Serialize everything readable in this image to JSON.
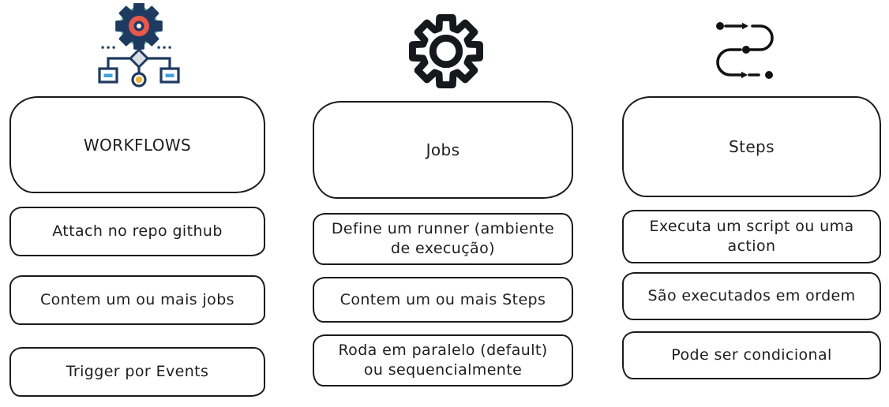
{
  "colors": {
    "background": "#ffffff",
    "stroke": "#1b1b1b",
    "text": "#1e1e1e",
    "icon_teal": "#58be9d",
    "icon_navy": "#1f3a60",
    "icon_red": "#e8594b",
    "icon_blue": "#45a1dc",
    "icon_yellow": "#f2b33d",
    "icon_diamond_gray": "#d9dee4",
    "icon_black": "#15191e"
  },
  "columns": [
    {
      "title": "WORKFLOWS",
      "icon": "workflow-flowchart-icon",
      "items": [
        "Attach no repo github",
        "Contem um ou mais jobs",
        "Trigger por Events"
      ]
    },
    {
      "title": "Jobs",
      "icon": "gear-icon",
      "items": [
        "Define um runner (ambiente de execução)",
        "Contem um ou mais Steps",
        "Roda em paralelo (default) ou sequencialmente"
      ]
    },
    {
      "title": "Steps",
      "icon": "route-steps-icon",
      "items": [
        "Executa um script ou uma action",
        "São executados em ordem",
        "Pode ser condicional"
      ]
    }
  ]
}
